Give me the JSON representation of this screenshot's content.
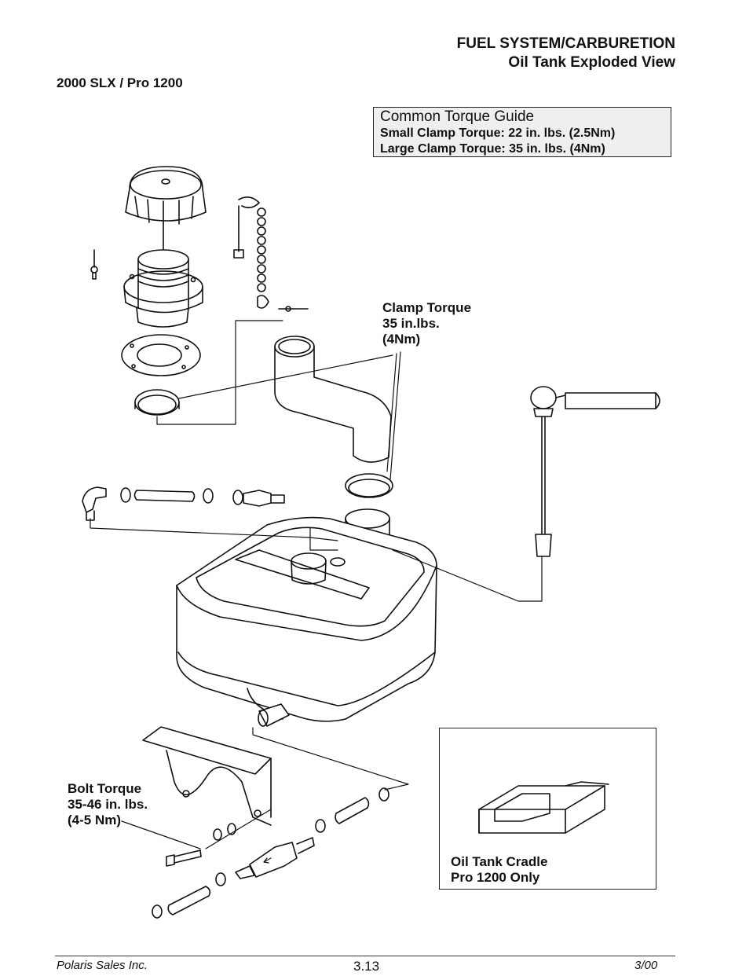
{
  "header": {
    "section": "FUEL SYSTEM/CARBURETION",
    "subtitle": "Oil Tank Exploded View",
    "model": "2000 SLX / Pro 1200"
  },
  "torque_guide": {
    "title": "Common Torque Guide",
    "small": "Small Clamp Torque: 22 in. lbs. (2.5Nm)",
    "large": "Large Clamp Torque:  35 in. lbs. (4Nm)"
  },
  "callouts": {
    "clamp": [
      "Clamp Torque",
      "35 in.lbs.",
      "(4Nm)"
    ],
    "bolt": [
      "Bolt Torque",
      "35-46 in. lbs.",
      "(4-5 Nm)"
    ]
  },
  "cradle": {
    "label": [
      "Oil Tank Cradle",
      "Pro 1200 Only"
    ]
  },
  "footer": {
    "company": "Polaris Sales Inc.",
    "page": "3.13",
    "date": "3/00"
  }
}
